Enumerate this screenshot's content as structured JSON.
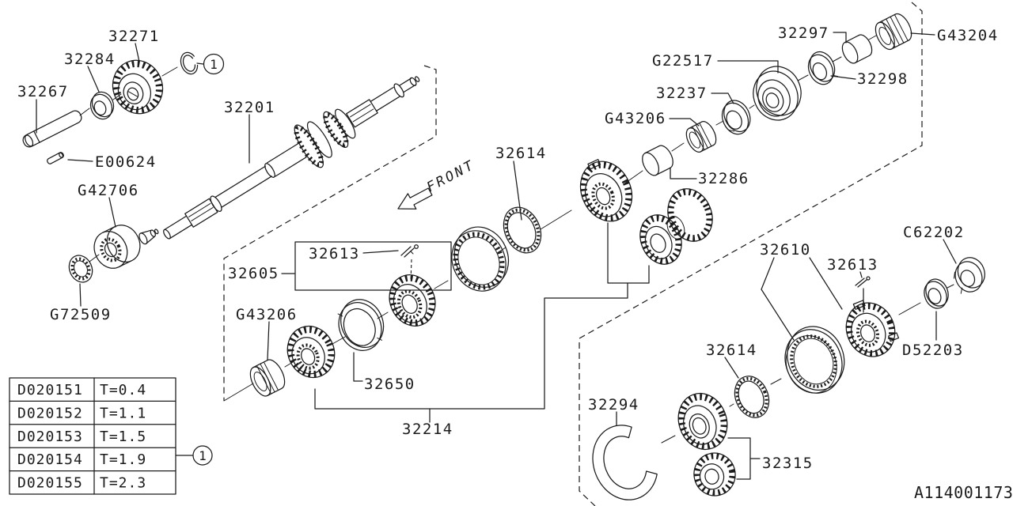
{
  "diagram": {
    "drawing_code": "A114001173",
    "front_label": "FRONT",
    "line_color": "#1b1b1b",
    "background": "#ffffff"
  },
  "callouts": {
    "circle1": "1"
  },
  "labels": [
    {
      "id": "32271",
      "text": "32271"
    },
    {
      "id": "32284",
      "text": "32284"
    },
    {
      "id": "32267",
      "text": "32267"
    },
    {
      "id": "32201",
      "text": "32201"
    },
    {
      "id": "E00624",
      "text": "E00624"
    },
    {
      "id": "G42706",
      "text": "G42706"
    },
    {
      "id": "G72509",
      "text": "G72509"
    },
    {
      "id": "32605",
      "text": "32605"
    },
    {
      "id": "32613-left",
      "text": "32613"
    },
    {
      "id": "G43206-left",
      "text": "G43206"
    },
    {
      "id": "32650",
      "text": "32650"
    },
    {
      "id": "32214",
      "text": "32214"
    },
    {
      "id": "32614-mid",
      "text": "32614"
    },
    {
      "id": "G22517",
      "text": "G22517"
    },
    {
      "id": "32237",
      "text": "32237"
    },
    {
      "id": "G43206-right",
      "text": "G43206"
    },
    {
      "id": "32286",
      "text": "32286"
    },
    {
      "id": "32297",
      "text": "32297"
    },
    {
      "id": "32298",
      "text": "32298"
    },
    {
      "id": "G43204",
      "text": "G43204"
    },
    {
      "id": "32610",
      "text": "32610"
    },
    {
      "id": "32613-right",
      "text": "32613"
    },
    {
      "id": "C62202",
      "text": "C62202"
    },
    {
      "id": "D52203",
      "text": "D52203"
    },
    {
      "id": "32614-right",
      "text": "32614"
    },
    {
      "id": "32294",
      "text": "32294"
    },
    {
      "id": "32315",
      "text": "32315"
    }
  ],
  "table": {
    "rows": [
      {
        "part": "D020151",
        "thickness": "T=0.4"
      },
      {
        "part": "D020152",
        "thickness": "T=1.1"
      },
      {
        "part": "D020153",
        "thickness": "T=1.5"
      },
      {
        "part": "D020154",
        "thickness": "T=1.9"
      },
      {
        "part": "D020155",
        "thickness": "T=2.3"
      }
    ],
    "callout": "1"
  }
}
